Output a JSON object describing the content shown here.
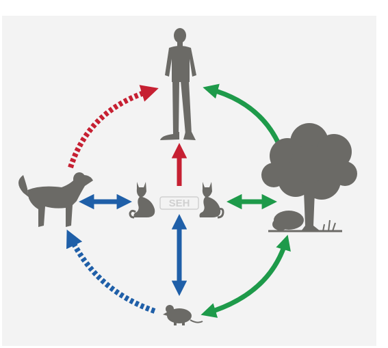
{
  "diagram": {
    "nodes": [
      {
        "id": "human",
        "icon": "human-silhouette-icon"
      },
      {
        "id": "dog",
        "icon": "dog-silhouette-icon"
      },
      {
        "id": "tree",
        "icon": "tree-environment-icon"
      },
      {
        "id": "mouse",
        "icon": "mouse-silhouette-icon"
      },
      {
        "id": "cat-left",
        "icon": "cat-silhouette-icon"
      },
      {
        "id": "cat-right",
        "icon": "cat-silhouette-icon"
      }
    ],
    "links": [
      {
        "from": "dog",
        "to": "human",
        "style": "dashed",
        "color": "red"
      },
      {
        "from": "tree",
        "to": "human",
        "style": "solid",
        "color": "green"
      },
      {
        "from": "mouse",
        "to": "dog",
        "style": "dashed",
        "color": "blue"
      },
      {
        "from": "mouse",
        "to": "tree",
        "style": "solid",
        "color": "green",
        "direction": "both"
      },
      {
        "from": "cats",
        "to": "human",
        "style": "solid",
        "color": "red"
      },
      {
        "from": "cats",
        "to": "dog",
        "style": "solid",
        "color": "blue",
        "direction": "both"
      },
      {
        "from": "cats",
        "to": "tree",
        "style": "solid",
        "color": "green",
        "direction": "both"
      },
      {
        "from": "cats",
        "to": "mouse",
        "style": "solid",
        "color": "blue",
        "direction": "both"
      }
    ],
    "colors": {
      "background": "#f3f3f3",
      "silhouette": "#6b6a66",
      "red": "#c62032",
      "green": "#1e9a4a",
      "blue": "#1f5fa8"
    },
    "watermark": "SEH"
  }
}
